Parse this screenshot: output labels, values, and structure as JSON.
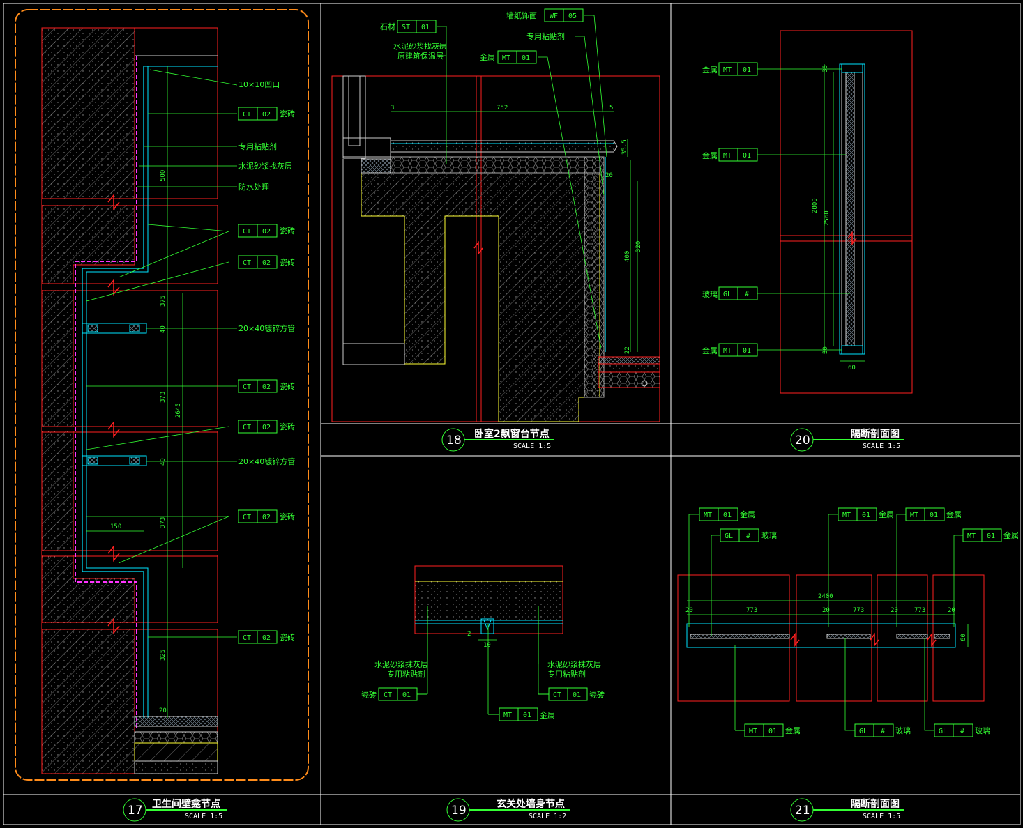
{
  "colors": {
    "background": "#000000",
    "frame": "#ffffff",
    "wall": "#ff2020",
    "leader": "#33ff33",
    "finish": "#00e5ff",
    "membrane": "#ff33ff",
    "structure": "#ffff33",
    "cloud": "#ff8c1a"
  },
  "panels": {
    "p17": {
      "number": "17",
      "title": "卫生间壁龛节点",
      "scale": "SCALE  1:5"
    },
    "p18": {
      "number": "18",
      "title": "卧室2飘窗台节点",
      "scale": "SCALE  1:5"
    },
    "p19": {
      "number": "19",
      "title": "玄关处墙身节点",
      "scale": "SCALE  1:2"
    },
    "p20": {
      "number": "20",
      "title": "隔断剖面图",
      "scale": "SCALE  1:5"
    },
    "p21": {
      "number": "21",
      "title": "隔断剖面图",
      "scale": "SCALE  1:5"
    }
  },
  "codes": {
    "ct": "CT",
    "ct_no": "02",
    "ct01": "01",
    "mt": "MT",
    "mt_no": "01",
    "st": "ST",
    "st_no": "01",
    "wf": "WF",
    "wf_no": "05",
    "gl": "GL",
    "gl_no": "#"
  },
  "terms": {
    "tile": "瓷砖",
    "metal": "金属",
    "glass": "玻璃",
    "stone": "石材",
    "wallpaper": "墙纸饰面",
    "adhesive": "专用粘贴剂",
    "mortar": "水泥砂浆找灰层",
    "insulation": "原建筑保温层",
    "waterproof": "防水处理",
    "groove": "10×10凹口",
    "tube": "20×40镀锌方管",
    "mortar19": "水泥砂浆抹灰层"
  },
  "dims17": {
    "d500": "500",
    "d375": "375",
    "d40a": "40",
    "d373a": "373",
    "d2645": "2645",
    "d40b": "40",
    "d150": "150",
    "d373b": "373",
    "d325": "325",
    "d20": "20"
  },
  "dims18": {
    "d3": "3",
    "d752": "752",
    "d5": "5",
    "d355": "35.5",
    "d20": "20",
    "d400": "400",
    "d320": "320",
    "d22": "22"
  },
  "dims19": {
    "d10": "10",
    "d2": "2"
  },
  "dims20": {
    "d30a": "30",
    "d2800": "2800",
    "d2560": "2560",
    "d30b": "30",
    "d60": "60"
  },
  "dims21": {
    "d2400": "2400",
    "d20a": "20",
    "d773a": "773",
    "d20b": "20",
    "d773b": "773",
    "d20c": "20",
    "d773c": "773",
    "d20d": "20",
    "d60": "60"
  }
}
